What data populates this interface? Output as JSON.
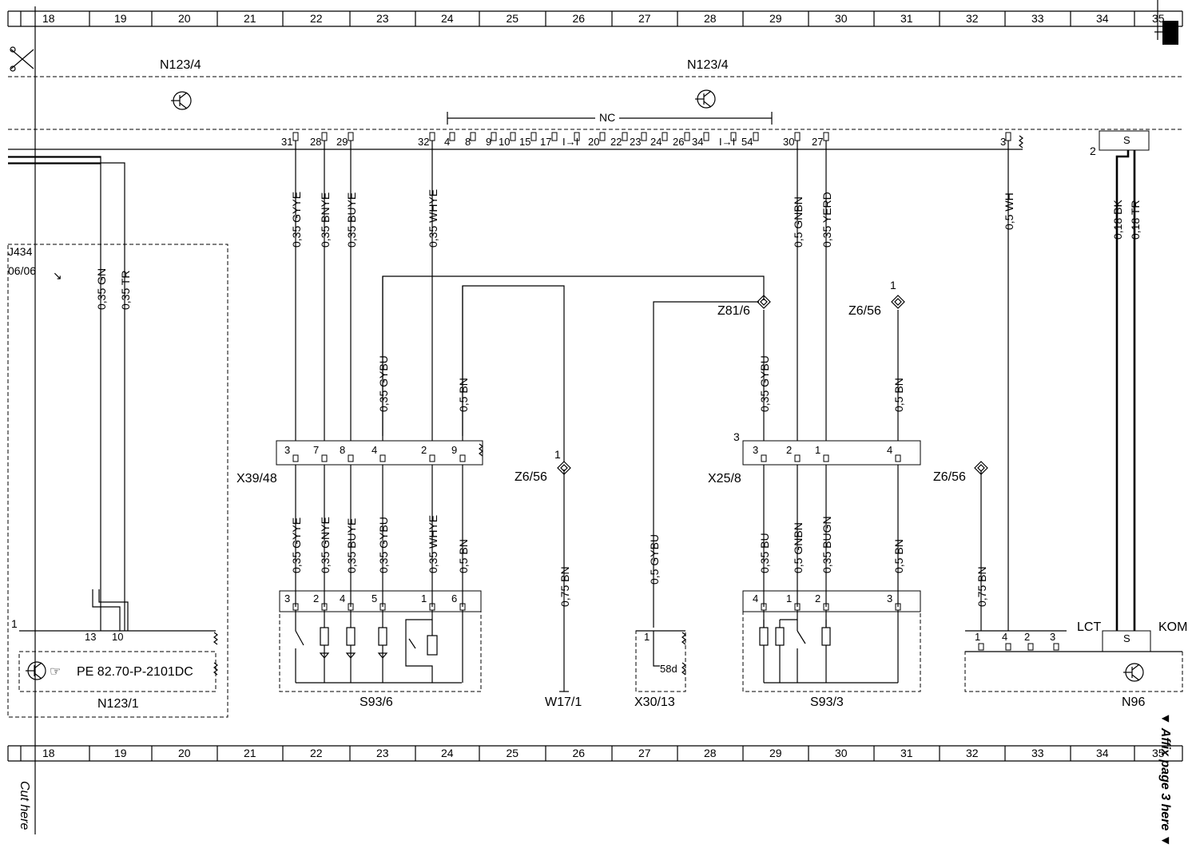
{
  "grid_columns": [
    "18",
    "19",
    "20",
    "21",
    "22",
    "23",
    "24",
    "25",
    "26",
    "27",
    "28",
    "29",
    "30",
    "31",
    "32",
    "33",
    "34",
    "35"
  ],
  "margin": {
    "cut_here": "Cut here",
    "affix_page": "▼ Affix page 3 here ▼"
  },
  "modules": {
    "top_left_label": "N123/4",
    "top_center_label": "N123/4",
    "nc_label": "NC",
    "left_ref_1": "J434",
    "left_ref_2": "06/06",
    "n123_1": "N123/1",
    "pe_reference": "PE 82.70-P-2101DC",
    "s93_6": "S93/6",
    "s93_3": "S93/3",
    "x39_48": "X39/48",
    "x25_8": "X25/8",
    "z81_6": "Z81/6",
    "z6_56_a": "Z6/56",
    "z6_56_b": "Z6/56",
    "z6_56_c": "Z6/56",
    "w17_1": "W17/1",
    "x30_13": "X30/13",
    "n96": "N96",
    "lct": "LCT",
    "kom": "KOM",
    "pin_58d": "58d"
  },
  "top_pins": [
    "31",
    "28",
    "29",
    "32",
    "4",
    "8",
    "9",
    "10",
    "15",
    "17",
    "I→I",
    "20",
    "22",
    "23",
    "24",
    "26",
    "34",
    "I→I",
    "54",
    "30",
    "27",
    "3"
  ],
  "wires": {
    "gyye": "0,35 GYYE",
    "bnye": "0,35 BNYE",
    "buye": "0,35 BUYE",
    "whye": "0,35 WHYE",
    "gnbn_top": "0,5 GNBN",
    "yerd": "0,35 YERD",
    "wh": "0,5 WH",
    "bk": "0,18 BK",
    "tr018": "0,18 TR",
    "gn035": "0,35 GN",
    "tr035": "0,35 TR",
    "gybu": "0,35 GYBU",
    "bn05": "0,5 BN",
    "gnye": "0,35 GNYE",
    "bn075": "0,75 BN",
    "gybu05": "0,5 GYBU",
    "bu": "0,35 BU",
    "gnbn": "0,5 GNBN",
    "bugn": "0,35 BUGN"
  },
  "pins": {
    "x39": [
      "3",
      "7",
      "8",
      "4",
      "2",
      "9"
    ],
    "s936": [
      "3",
      "2",
      "4",
      "5",
      "1",
      "6"
    ],
    "x25": [
      "3",
      "2",
      "1",
      "4"
    ],
    "x25_extra": "3",
    "s933": [
      "4",
      "1",
      "2",
      "3"
    ],
    "n96": [
      "1",
      "4",
      "2",
      "3"
    ],
    "n96_s": "S",
    "n96_top_s": "S",
    "n96_top_2": "2",
    "n123_1_left": "1",
    "n123_1_pins": [
      "13",
      "10"
    ],
    "x30": "1",
    "z_one": "1"
  }
}
